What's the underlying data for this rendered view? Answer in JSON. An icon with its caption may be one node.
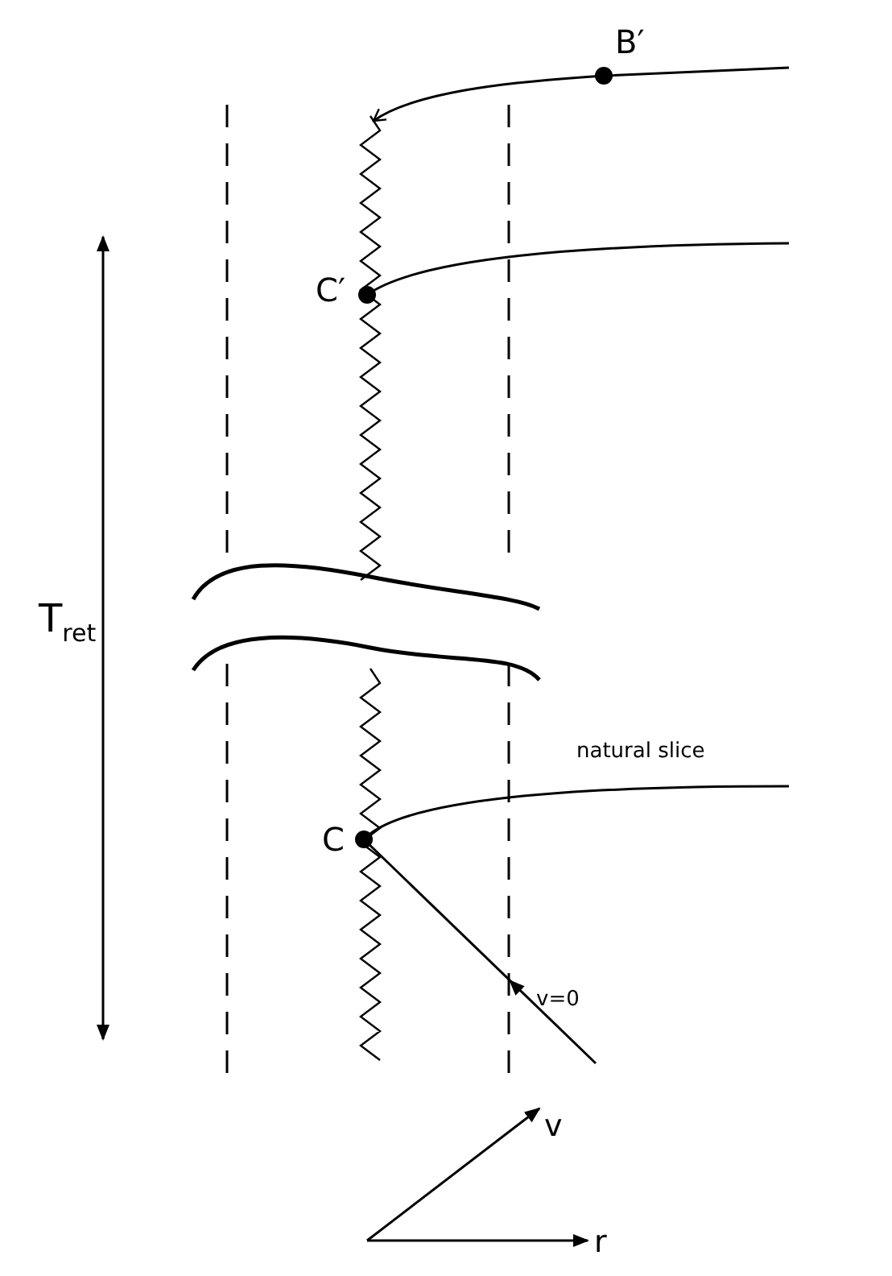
{
  "diagram": {
    "labels": [
      "B′",
      "C′",
      "T$_{ret}$",
      "natural slice",
      "C",
      "v=0",
      "v",
      "r"
    ]
  }
}
